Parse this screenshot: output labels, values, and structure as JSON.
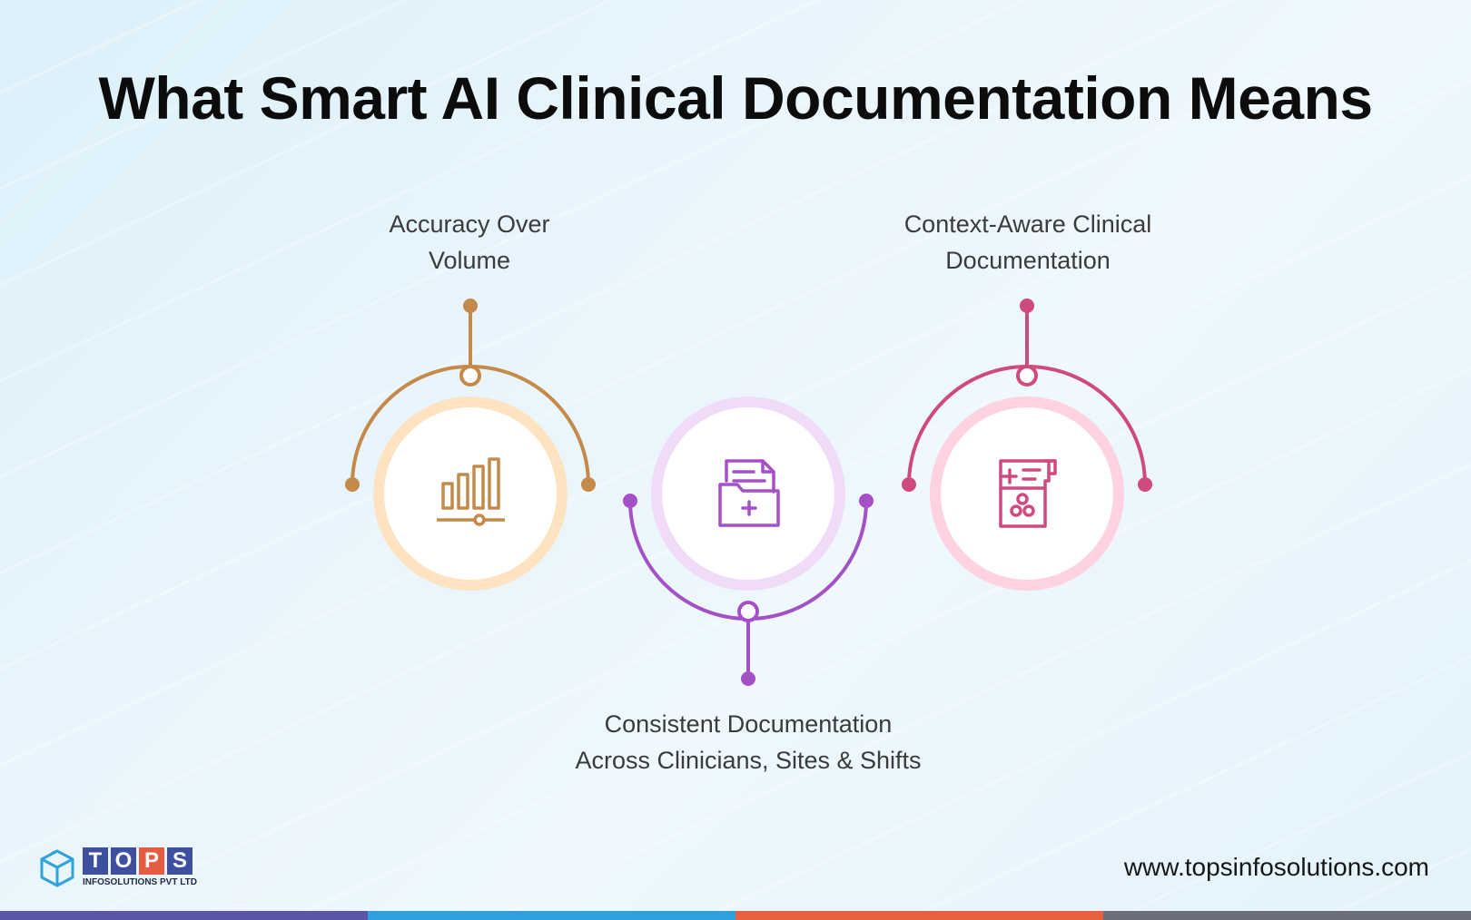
{
  "title": "What Smart AI Clinical Documentation Means",
  "items": [
    {
      "line1": "Accuracy Over",
      "line2": "Volume",
      "icon": "bar-chart-icon",
      "color": "#c48a4a",
      "ring_color": "#ffe2c0"
    },
    {
      "line1": "Consistent Documentation",
      "line2": "Across Clinicians, Sites & Shifts",
      "icon": "medical-folder-icon",
      "color": "#a451c8",
      "ring_color": "#f1dcf8"
    },
    {
      "line1": "Context-Aware Clinical",
      "line2": "Documentation",
      "icon": "medical-report-icon",
      "color": "#cf4a7e",
      "ring_color": "#ffd2e1"
    }
  ],
  "logo": {
    "letters": [
      "T",
      "O",
      "P",
      "S"
    ],
    "letter_colors": [
      "#3f4fa0",
      "#3f4fa0",
      "#e55c42",
      "#3f4fa0"
    ],
    "subtitle": "INFOSOLUTIONS PVT LTD",
    "icon": "cube-logo-icon"
  },
  "website": "www.topsinfosolutions.com",
  "bottom_bar_colors": [
    "#5a55a6",
    "#2f9fe0",
    "#e8613f",
    "#6b6f7c"
  ]
}
